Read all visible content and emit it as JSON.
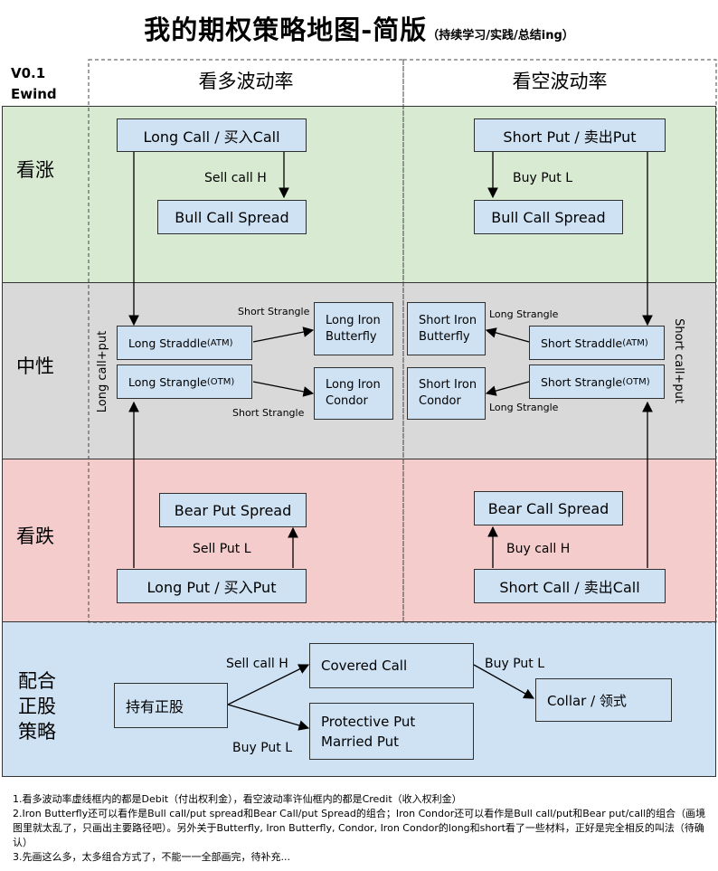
{
  "title": {
    "main": "我的期权策略地图-简版",
    "sub": "（持续学习/实践/总结ing）"
  },
  "version": {
    "line1": "V0.1",
    "line2": "Ewind"
  },
  "columns": {
    "long_vol": "看多波动率",
    "short_vol": "看空波动率"
  },
  "rows": {
    "bullish": "看涨",
    "neutral": "中性",
    "bearish": "看跌",
    "stock": "配合\n正股\n策略"
  },
  "colors": {
    "bullish": "#d9ead3",
    "neutral": "#d9d9d9",
    "bearish": "#f4cccc",
    "stock": "#cfe2f3",
    "box": "#cfe2f3"
  },
  "boxes": {
    "long_call": "Long Call / 买入Call",
    "bull_call_spread_l": "Bull Call Spread",
    "short_put": "Short Put / 卖出Put",
    "bull_call_spread_r": "Bull Call Spread",
    "long_straddle": {
      "name": "Long Straddle ",
      "tag": "(ATM)"
    },
    "long_strangle": {
      "name": "Long Strangle ",
      "tag": "(OTM)"
    },
    "long_iron_butterfly": [
      "Long Iron",
      "Butterfly"
    ],
    "long_iron_condor": [
      "Long Iron",
      "Condor"
    ],
    "short_iron_butterfly": [
      "Short Iron",
      "Butterfly"
    ],
    "short_iron_condor": [
      "Short Iron",
      "Condor"
    ],
    "short_straddle": {
      "name": "Short Straddle ",
      "tag": "(ATM)"
    },
    "short_strangle": {
      "name": "Short Strangle ",
      "tag": "(OTM)"
    },
    "bear_put_spread": "Bear Put Spread",
    "long_put": "Long Put / 买入Put",
    "bear_call_spread": "Bear Call Spread",
    "short_call": "Short Call / 卖出Call",
    "hold_stock": "持有正股",
    "covered_call": "Covered Call",
    "protective_put": [
      "Protective Put",
      "Married Put"
    ],
    "collar": "Collar / 领式"
  },
  "labels": {
    "sell_call_h_top": "Sell call H",
    "buy_put_l_top": "Buy Put L",
    "short_strangle_a": "Short Strangle",
    "short_strangle_b": "Short Strangle",
    "long_strangle_a": "Long Strangle",
    "long_strangle_b": "Long Strangle",
    "long_call_put": "Long call+put",
    "short_call_put": "Short call+put",
    "sell_put_l": "Sell Put L",
    "buy_call_h": "Buy call H",
    "sell_call_h_stock": "Sell call H",
    "buy_put_l_stock": "Buy Put L",
    "buy_put_l_collar": "Buy Put L"
  },
  "notes": [
    "1.看多波动率虚线框内的都是Debit（付出权利金），看空波动率许仙框内的都是Credit（收入权利金）",
    "2.Iron Butterfly还可以看作是Bull call/put spread和Bear Call/put Spread的组合；Iron Condor还可以看作是Bull call/put和Bear put/call的组合（画境图里就太乱了，只画出主要路径吧）。另外关于Butterfly, Iron Butterfly, Condor, Iron Condor的long和short看了一些材料，正好是完全相反的叫法（待确认）",
    "3.先画这么多，太多组合方式了，不能一一全部画完，待补充..."
  ]
}
